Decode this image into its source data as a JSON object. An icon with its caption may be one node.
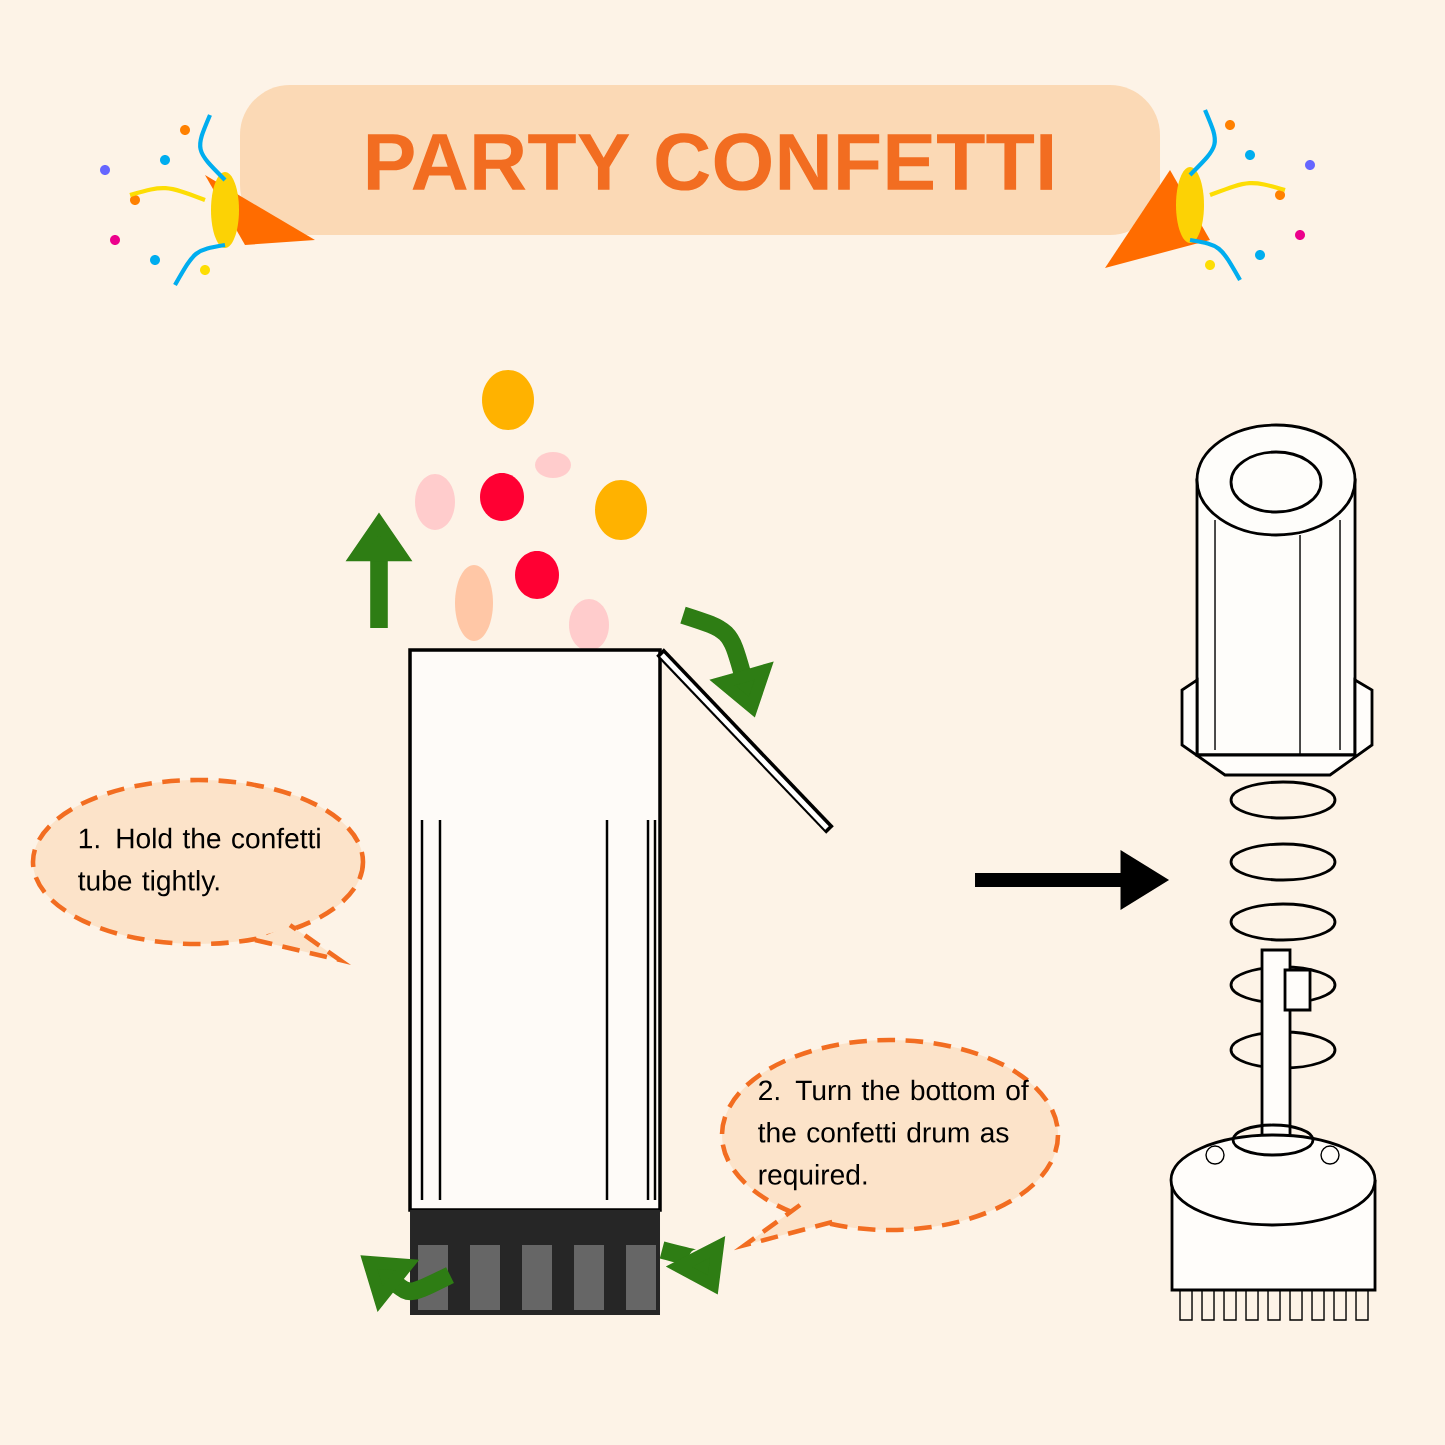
{
  "diagram": {
    "title": "PARTY CONFETTI",
    "nodes": [
      {
        "text": [
          "1. Hold the confetti tube tightly."
        ]
      },
      {
        "text": [
          "2. Turn the bottom of the confetti drum as required."
        ]
      },
      {
        "text": [],
        "shape": "picture"
      },
      {
        "text": [],
        "shape": "picture"
      }
    ],
    "edges": [
      {
        "from": null,
        "to": 3,
        "arrow": "to"
      }
    ]
  }
}
